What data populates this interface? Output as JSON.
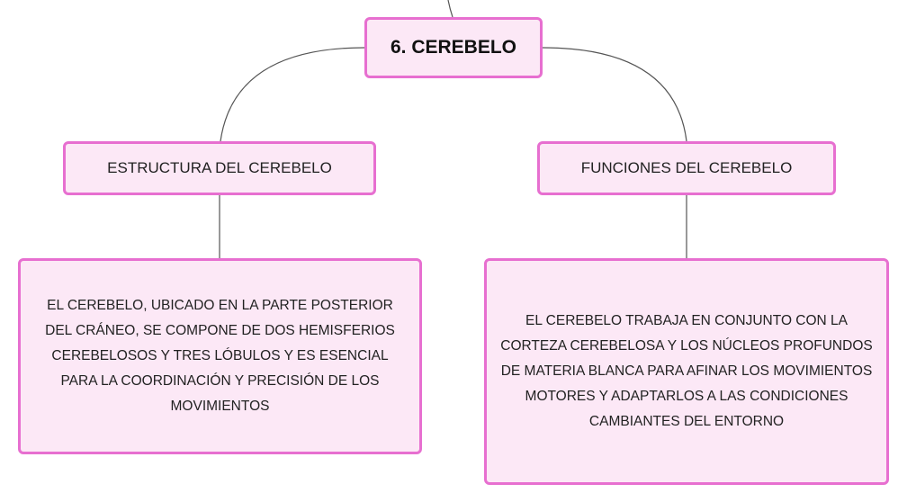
{
  "root": {
    "label": "6. CEREBELO"
  },
  "branches": [
    {
      "topic": "ESTRUCTURA DEL CEREBELO",
      "detail": "EL CEREBELO, UBICADO EN LA PARTE POSTERIOR DEL CRÁNEO, SE COMPONE DE DOS HEMISFERIOS CEREBELOSOS Y TRES LÓBULOS Y ES ESENCIAL PARA LA COORDINACIÓN Y PRECISIÓN DE LOS MOVIMIENTOS"
    },
    {
      "topic": "FUNCIONES DEL CEREBELO",
      "detail": "EL CEREBELO TRABAJA EN CONJUNTO CON LA CORTEZA CEREBELOSA Y LOS NÚCLEOS PROFUNDOS DE MATERIA BLANCA PARA AFINAR LOS MOVIMIENTOS MOTORES Y ADAPTARLOS A LAS CONDICIONES CAMBIANTES DEL ENTORNO"
    }
  ],
  "colors": {
    "node_fill": "#fce8f6",
    "node_border": "#e76fd0",
    "connector": "#555555"
  }
}
